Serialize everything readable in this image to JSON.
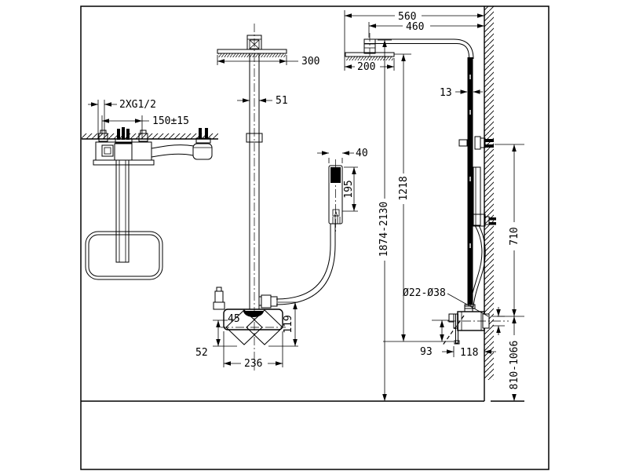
{
  "drawing": {
    "colors": {
      "line": "#000000",
      "background": "#ffffff"
    },
    "views": {
      "top_detail": {
        "dims": {
          "thread": "2XG1/2",
          "inlet_spacing": "150±15"
        }
      },
      "front": {
        "dims": {
          "head_width": "300",
          "pipe_width": "51",
          "handshower_width": "40",
          "handshower_length": "195",
          "body_label": "45",
          "body_height": "119",
          "handle_drop": "52",
          "body_width": "236"
        }
      },
      "side": {
        "dims": {
          "overall_projection": "560",
          "arm_projection": "460",
          "head_depth": "200",
          "rail_width": "13",
          "overall_height": "1874-2130",
          "head_to_outlet": "1218",
          "bracket_span": "710",
          "eccentric_diameter": "Ø22-Ø38",
          "outlet_drop": "93",
          "valve_projection": "118",
          "valve_height": "810-1066"
        }
      }
    }
  }
}
